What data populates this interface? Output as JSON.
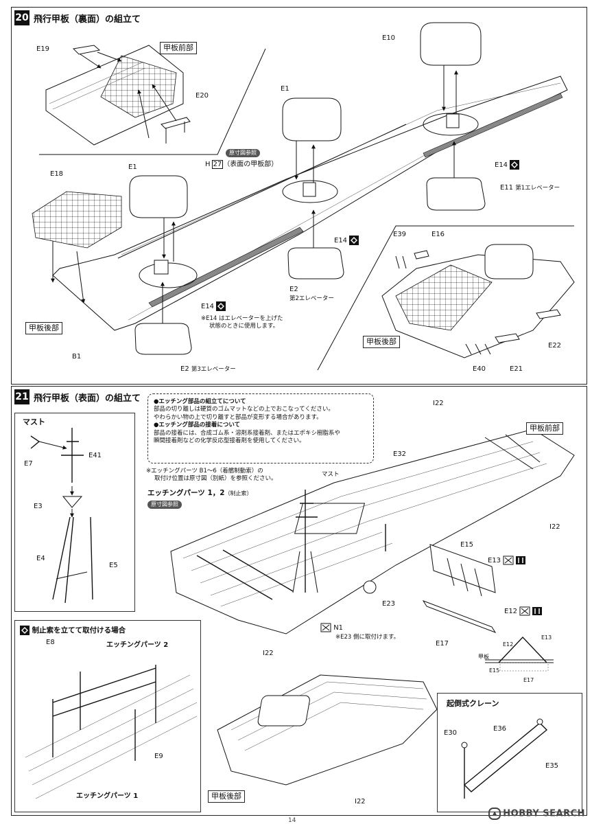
{
  "page_number": "14",
  "footer_logo": "HOBBY SEARCH",
  "step20": {
    "number": "20",
    "title": "飛行甲板（裏面）の組立て",
    "labels": {
      "e19": "E19",
      "front_deck": "甲板前部",
      "e20": "E20",
      "e10": "E10",
      "e1_top": "E1",
      "e1_left": "E1",
      "e18": "E18",
      "genzun_ref": "原寸図参照",
      "h27": "H",
      "h27_num": "27",
      "h27_desc": "（表面の甲板部）",
      "e14_right": "E14",
      "e11": "E11",
      "e11_desc": "第1エレベーター",
      "e14_mid": "E14",
      "e39": "E39",
      "e16": "E16",
      "e2_mid": "E2",
      "e2_mid_desc": "第2エレベーター",
      "e14_left": "E14",
      "note_e14_line1": "※E14 はエレベーターを上げた",
      "note_e14_line2": "状態のときに使用します。",
      "rear_deck_left": "甲板後部",
      "b1": "B1",
      "e2_bottom": "E2",
      "e2_bottom_desc": "第3エレベーター",
      "rear_deck_right": "甲板後部",
      "e22": "E22",
      "e40": "E40",
      "e21": "E21"
    }
  },
  "step21": {
    "number": "21",
    "title": "飛行甲板（表面）の組立て",
    "note_box": {
      "h1": "●エッチング部品の組立てについて",
      "l1": "部品の切り離しは硬質のゴムマットなどの上でおこなってください。",
      "l2": "やわらかい物の上で切り離すと部品が変形する場合があります。",
      "h2": "●エッチング部品の接着について",
      "l3": "部品の接着には、合成ゴム系・溶剤系接着剤、またはエポキシ樹脂系や",
      "l4": "瞬間接着剤などの化学反応型接着剤を使用してください。"
    },
    "labels": {
      "mast_title": "マスト",
      "e7": "E7",
      "e41": "E41",
      "e3": "E3",
      "e4": "E4",
      "e5": "E5",
      "etching_note1": "※エッチングパーツ B1～6（着艦制動索）の",
      "etching_note2": "取付け位置は原寸図（別紙）を参照ください。",
      "etching_parts_12": "エッチングパーツ 1，2",
      "etching_parts_12_sub": "（制止索）",
      "genzun_ref": "原寸図参照",
      "mast_label": "マスト",
      "i22_top": "I22",
      "front_deck": "甲板前部",
      "e32": "E32",
      "i22_right": "I22",
      "e15": "E15",
      "e13": "E13",
      "e23": "E23",
      "e12": "E12",
      "n1": "N1",
      "n1_note": "※E23 側に取付けます。",
      "e17": "E17",
      "diag_e12": "E12",
      "diag_e13": "E13",
      "diag_deck": "甲板",
      "diag_e15": "E15",
      "diag_e17": "E17",
      "sub_title": "制止索を立てて取付ける場合",
      "e8": "E8",
      "etching_parts_2": "エッチングパーツ 2",
      "e9": "E9",
      "etching_parts_1": "エッチングパーツ 1",
      "i22_mid": "I22",
      "rear_deck": "甲板後部",
      "i22_bottom": "I22",
      "crane_title": "起倒式クレーン",
      "e30": "E30",
      "e36": "E36",
      "e35": "E35"
    }
  }
}
